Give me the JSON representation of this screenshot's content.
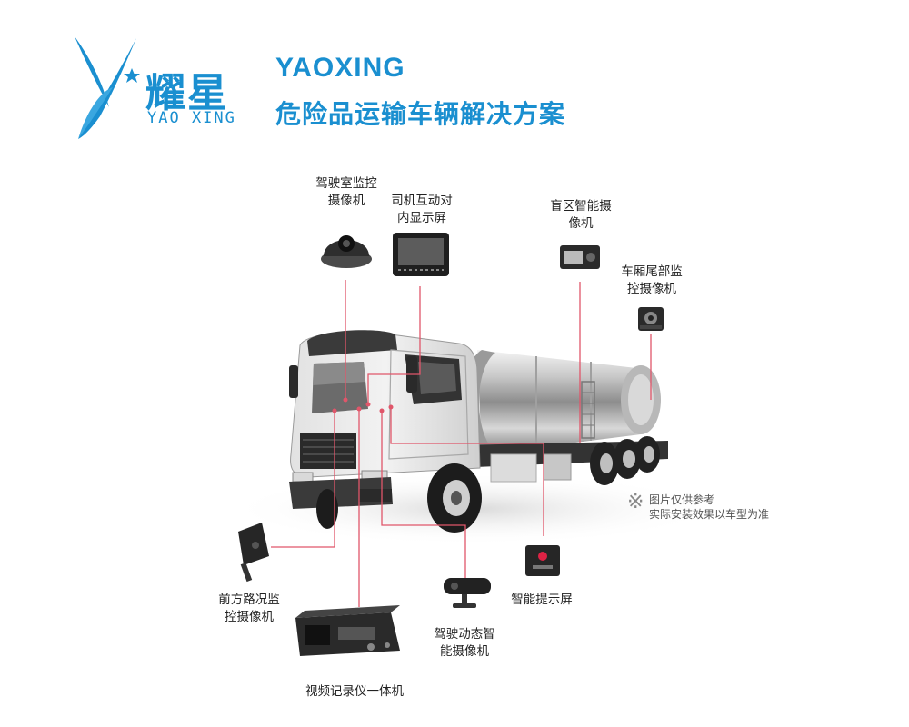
{
  "brand": {
    "logo_cn": "耀星",
    "logo_en": "YAO XING",
    "name_en": "YAOXING",
    "solution_title": "危险品运输车辆解决方案"
  },
  "colors": {
    "brand_blue": "#1a8fd0",
    "callout_line": "#e0566a",
    "device_dark": "#2b2b2b"
  },
  "devices": {
    "cab_camera": {
      "line1": "驾驶室监控",
      "line2": "摄像机"
    },
    "interactive_screen": {
      "line1": "司机互动对",
      "line2": "内显示屏"
    },
    "blind_spot_camera": {
      "line1": "盲区智能摄",
      "line2": "像机"
    },
    "rear_camera": {
      "line1": "车厢尾部监",
      "line2": "控摄像机"
    },
    "front_road_camera": {
      "line1": "前方路况监",
      "line2": "控摄像机"
    },
    "driver_status_camera": {
      "line1": "驾驶动态智",
      "line2": "能摄像机"
    },
    "smart_alert_screen": {
      "line1": "智能提示屏"
    },
    "video_recorder": {
      "line1": "视频记录仪一体机"
    }
  },
  "note": {
    "symbol": "※",
    "line1": "图片仅供参考",
    "line2": "实际安装效果以车型为准"
  }
}
